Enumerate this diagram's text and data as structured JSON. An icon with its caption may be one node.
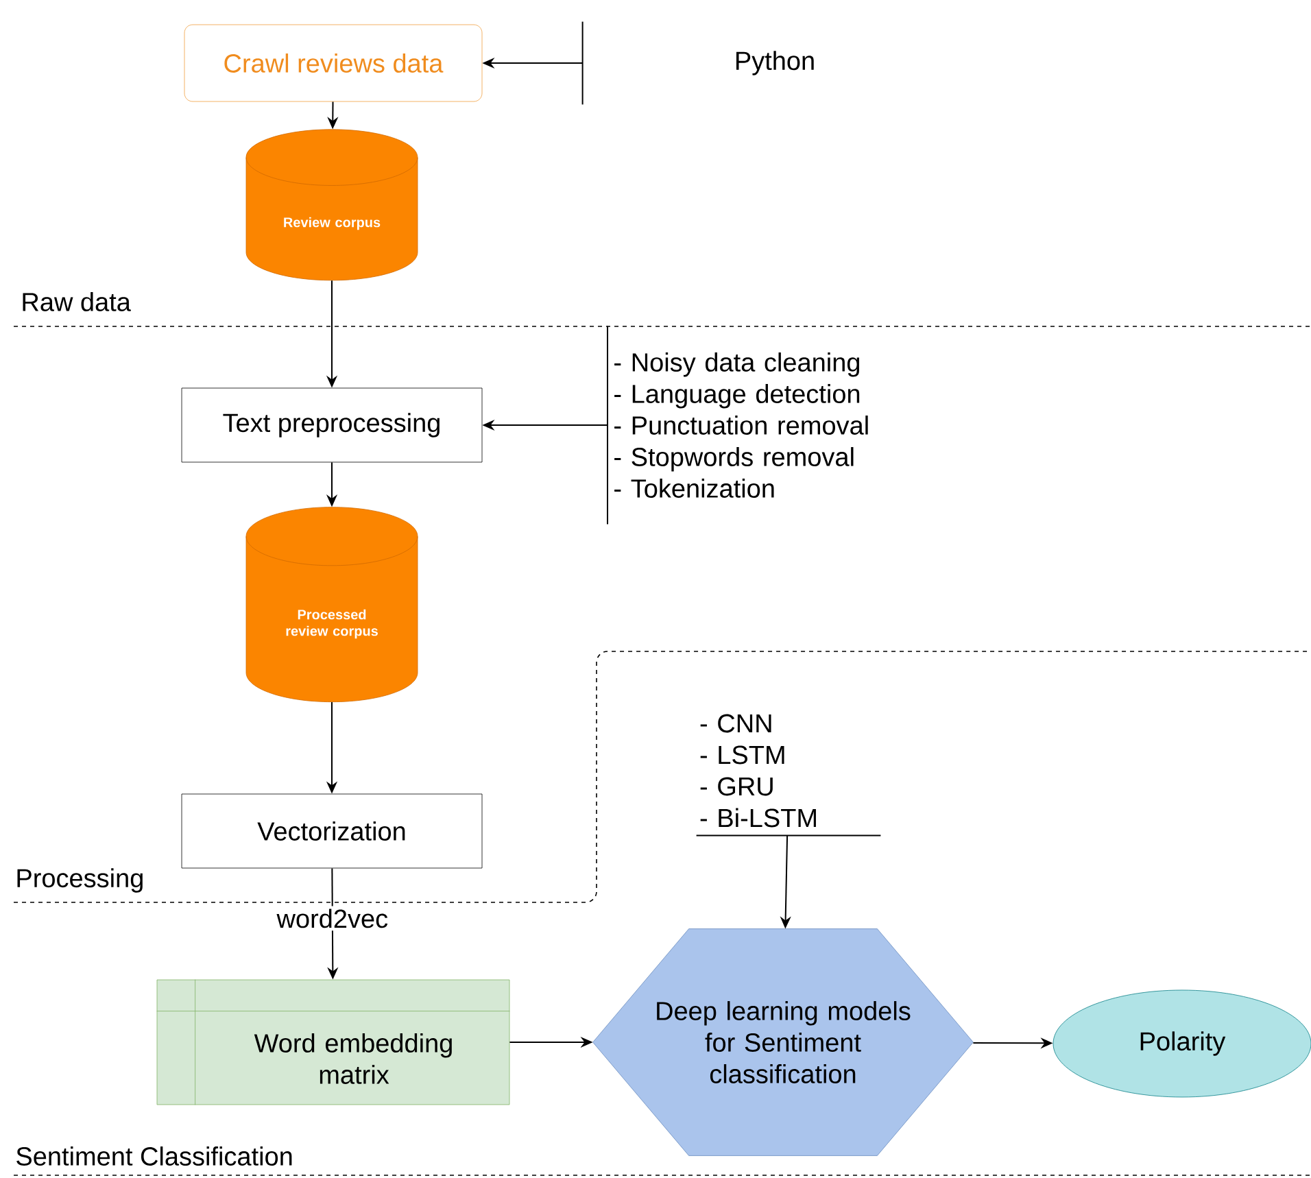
{
  "diagram": {
    "nodes": [
      {
        "text": [
          "Crawl reviews data"
        ]
      },
      {
        "text": [
          "Python"
        ]
      },
      {
        "text": [
          "Review corpus"
        ]
      },
      {
        "text": [
          "Text preprocessing"
        ]
      },
      {
        "text": [
          "- Noisy data cleaning",
          "- Language detection",
          "- Punctuation removal",
          "- Stopwords removal",
          "- Tokenization"
        ]
      },
      {
        "text": [
          "Processed review corpus"
        ]
      },
      {
        "text": [
          "Vectorization"
        ]
      },
      {
        "text": [
          "Word embedding matrix"
        ]
      },
      {
        "text": [
          "- CNN",
          "- LSTM",
          "- GRU",
          "- Bi-LSTM"
        ]
      },
      {
        "text": [
          "Deep learning models for Sentiment classification"
        ]
      },
      {
        "text": [
          "Polarity"
        ]
      }
    ],
    "edges": [
      {
        "from": 1,
        "to": 0,
        "arrow": "to"
      },
      {
        "from": 0,
        "to": 2,
        "arrow": "to"
      },
      {
        "from": 2,
        "to": 3,
        "arrow": "to"
      },
      {
        "from": 4,
        "to": 3,
        "arrow": "to"
      },
      {
        "from": 3,
        "to": 5,
        "arrow": "to"
      },
      {
        "from": 5,
        "to": 6,
        "arrow": "to"
      },
      {
        "from": 6,
        "to": 7,
        "arrow": "to",
        "label": "word2vec"
      },
      {
        "from": 8,
        "to": 9,
        "arrow": "to"
      },
      {
        "from": 7,
        "to": 9,
        "arrow": "to"
      },
      {
        "from": 9,
        "to": 10,
        "arrow": "to"
      }
    ],
    "labels": [
      "Raw data",
      "Processing",
      "Sentiment Classification"
    ]
  }
}
